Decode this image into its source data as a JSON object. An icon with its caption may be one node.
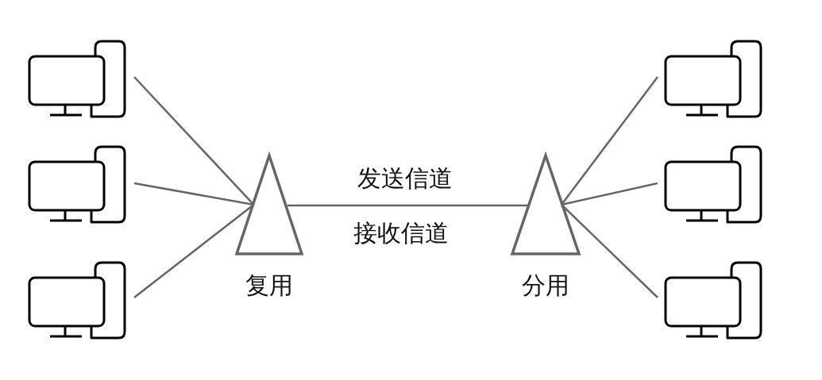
{
  "diagram": {
    "nodes": [
      {
        "text": [],
        "shape": "computer"
      },
      {
        "text": [],
        "shape": "computer"
      },
      {
        "text": [],
        "shape": "computer"
      },
      {
        "text": [
          "复用"
        ]
      },
      {
        "text": [
          "分用"
        ]
      },
      {
        "text": [],
        "shape": "computer"
      },
      {
        "text": [],
        "shape": "computer"
      },
      {
        "text": [],
        "shape": "computer"
      }
    ],
    "edges": [
      {
        "from": 0,
        "to": 3,
        "arrow": "none"
      },
      {
        "from": 1,
        "to": 3,
        "arrow": "none"
      },
      {
        "from": 2,
        "to": 3,
        "arrow": "none"
      },
      {
        "from": 3,
        "to": 4,
        "arrow": "none",
        "label": "发送信道"
      },
      {
        "from": 4,
        "to": 5,
        "arrow": "none"
      },
      {
        "from": 4,
        "to": 6,
        "arrow": "none"
      },
      {
        "from": 4,
        "to": 7,
        "arrow": "none"
      }
    ],
    "labels": [
      "接收信道"
    ]
  }
}
